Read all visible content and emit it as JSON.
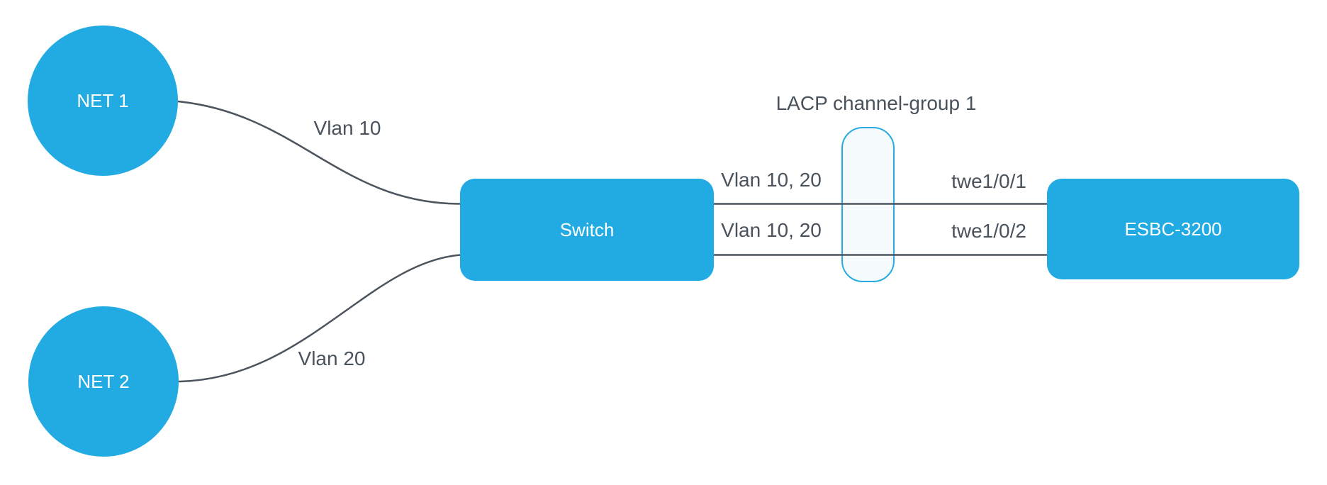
{
  "nodes": {
    "net1": {
      "label": "NET 1"
    },
    "net2": {
      "label": "NET 2"
    },
    "switch": {
      "label": "Switch"
    },
    "esbc": {
      "label": "ESBC-3200"
    }
  },
  "edges": {
    "net1_to_switch": {
      "label": "Vlan 10"
    },
    "net2_to_switch": {
      "label": "Vlan 20"
    },
    "link1": {
      "vlans": "Vlan 10, 20",
      "port": "twe1/0/1"
    },
    "link2": {
      "vlans": "Vlan 10, 20",
      "port": "twe1/0/2"
    }
  },
  "lacp": {
    "label": "LACP channel-group 1"
  },
  "colors": {
    "node_fill": "#22ABE2",
    "line_color": "#4C545E",
    "label_color": "#4A525C",
    "lacp_fill": "#F5FAFD",
    "lacp_border": "#29ABE2"
  }
}
